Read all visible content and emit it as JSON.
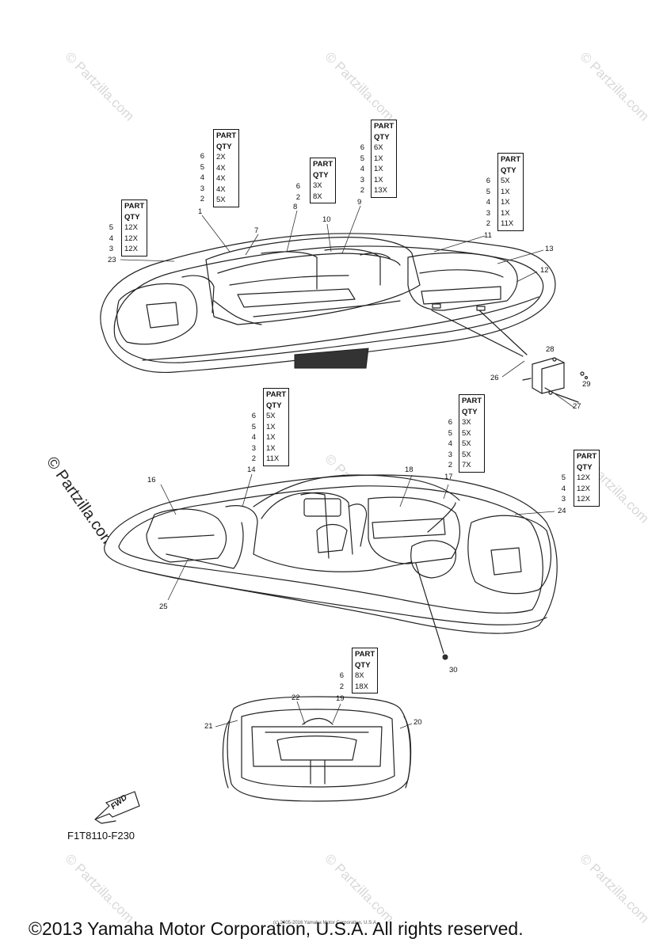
{
  "diagram_code": "F1T8110-F230",
  "copyright": "©2013 Yamaha Motor Corporation, U.S.A. All rights reserved.",
  "tiny_copyright": "(c) 2005-2016 Yamaha Motor Corporation, U.S.A.",
  "fwd_label": "FWD",
  "watermark": "© Partzilla.com",
  "qty_boxes": [
    {
      "header1": "PART",
      "header2": "QTY",
      "idx": [
        "6",
        "5",
        "4",
        "3",
        "2"
      ],
      "qty": [
        "2X",
        "4X",
        "4X",
        "4X",
        "5X"
      ]
    },
    {
      "header1": "PART",
      "header2": "QTY",
      "idx": [
        "6",
        "2"
      ],
      "qty": [
        "3X",
        "8X"
      ]
    },
    {
      "header1": "PART",
      "header2": "QTY",
      "idx": [
        "6",
        "5",
        "4",
        "3",
        "2"
      ],
      "qty": [
        "6X",
        "1X",
        "1X",
        "1X",
        "13X"
      ]
    },
    {
      "header1": "PART",
      "header2": "QTY",
      "idx": [
        "6",
        "5",
        "4",
        "3",
        "2"
      ],
      "qty": [
        "5X",
        "1X",
        "1X",
        "1X",
        "11X"
      ]
    },
    {
      "header1": "PART",
      "header2": "QTY",
      "idx": [
        "5",
        "4",
        "3"
      ],
      "qty": [
        "12X",
        "12X",
        "12X"
      ]
    },
    {
      "header1": "PART",
      "header2": "QTY",
      "idx": [
        "6",
        "5",
        "4",
        "3",
        "2"
      ],
      "qty": [
        "5X",
        "1X",
        "1X",
        "1X",
        "11X"
      ]
    },
    {
      "header1": "PART",
      "header2": "QTY",
      "idx": [
        "6",
        "5",
        "4",
        "3",
        "2"
      ],
      "qty": [
        "3X",
        "5X",
        "5X",
        "5X",
        "7X"
      ]
    },
    {
      "header1": "PART",
      "header2": "QTY",
      "idx": [
        "5",
        "4",
        "3"
      ],
      "qty": [
        "12X",
        "12X",
        "12X"
      ]
    },
    {
      "header1": "PART",
      "header2": "QTY",
      "idx": [
        "6",
        "2"
      ],
      "qty": [
        "8X",
        "18X"
      ]
    }
  ],
  "callouts": [
    "1",
    "7",
    "8",
    "9",
    "10",
    "11",
    "12",
    "13",
    "23",
    "26",
    "27",
    "28",
    "29",
    "14",
    "16",
    "17",
    "18",
    "24",
    "25",
    "30",
    "19",
    "20",
    "21",
    "22"
  ]
}
